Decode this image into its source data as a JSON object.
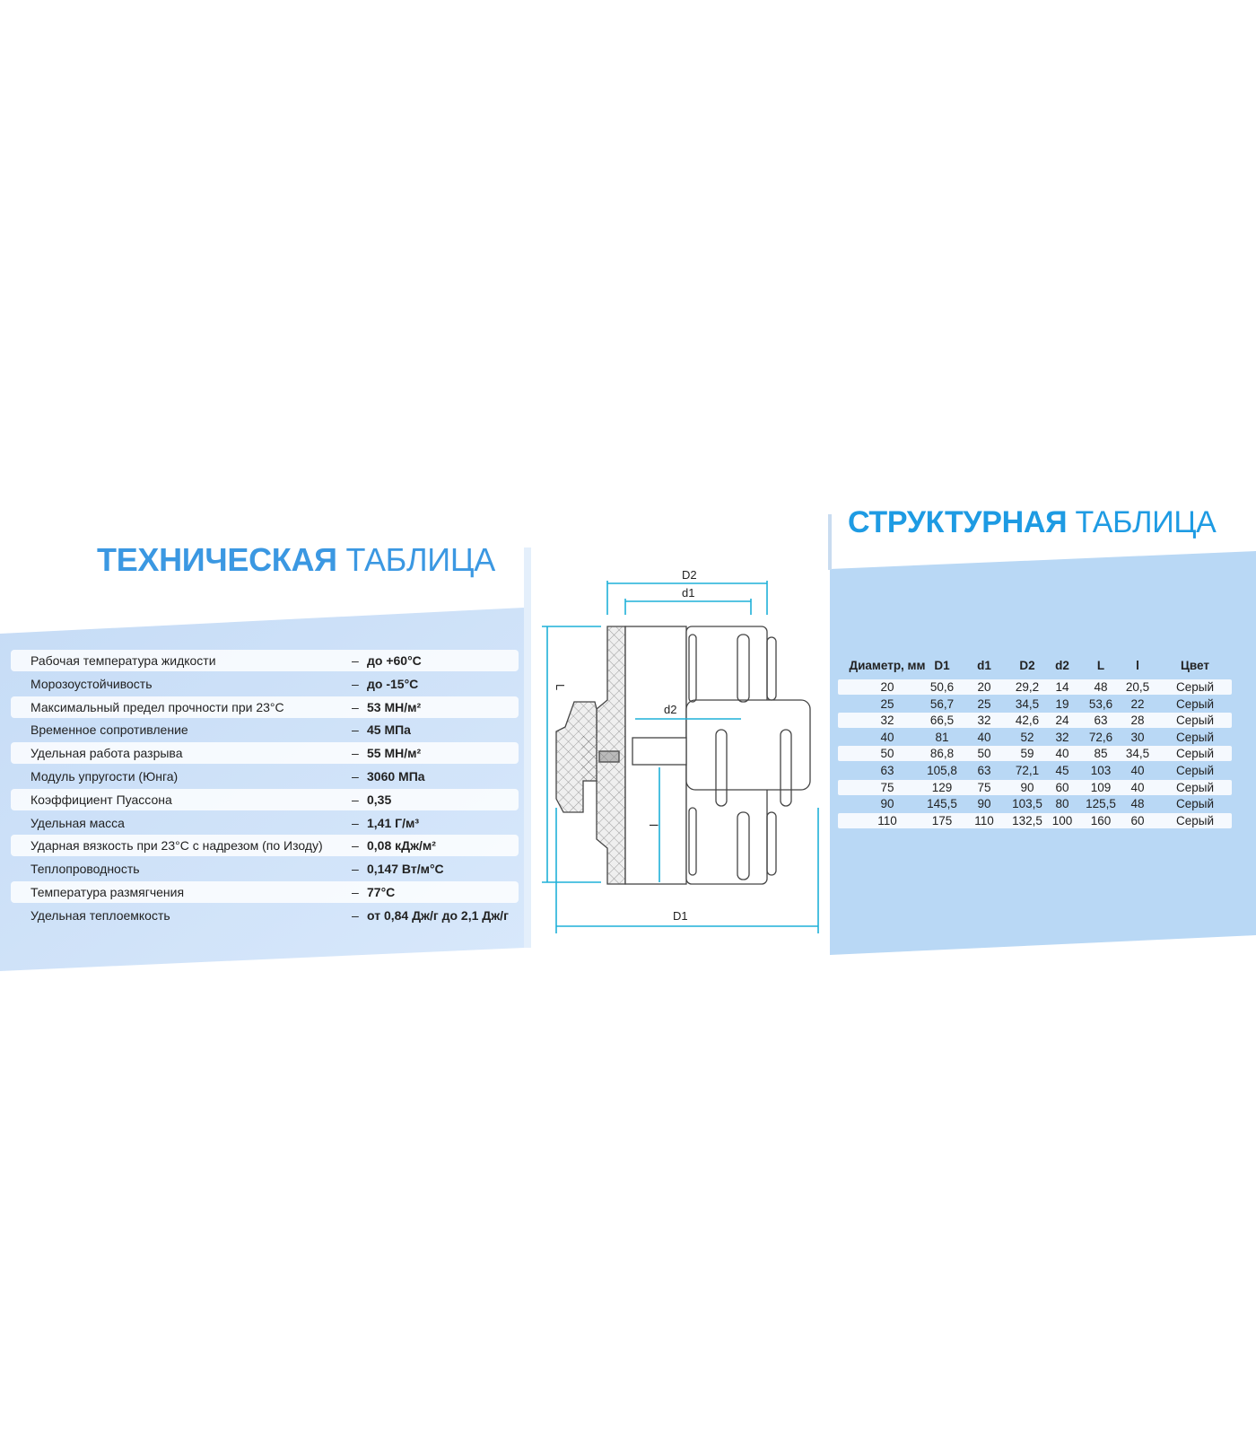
{
  "colors": {
    "title": "#3b98e2",
    "left_panel": "#cfe3f9",
    "right_panel": "#b9d8f5",
    "dimension_lines": "#1fb0d8"
  },
  "technical_table": {
    "title_bold": "ТЕХНИЧЕСКАЯ",
    "title_light": "ТАБЛИЦА",
    "dash": "–",
    "rows": [
      {
        "label": "Рабочая температура жидкости",
        "value": "до +60°C"
      },
      {
        "label": "Морозоустойчивость",
        "value": "до -15°C"
      },
      {
        "label": "Максимальный предел прочности при 23°C",
        "value": "53 МН/м²"
      },
      {
        "label": "Временное сопротивление",
        "value": "45 МПа"
      },
      {
        "label": "Удельная работа разрыва",
        "value": "55 МН/м²"
      },
      {
        "label": "Модуль упругости (Юнга)",
        "value": "3060 МПа"
      },
      {
        "label": "Коэффициент Пуассона",
        "value": "0,35"
      },
      {
        "label": "Удельная масса",
        "value": "1,41 Г/м³"
      },
      {
        "label": "Ударная вязкость при 23°C с надрезом (по Изоду)",
        "value": "0,08 кДж/м²"
      },
      {
        "label": "Теплопроводность",
        "value": "0,147 Вт/м°C"
      },
      {
        "label": "Температура размягчения",
        "value": "77°C"
      },
      {
        "label": "Удельная теплоемкость",
        "value": "от 0,84 Дж/г до 2,1 Дж/г"
      }
    ]
  },
  "diagram": {
    "labels": {
      "D2": "D2",
      "d1": "d1",
      "d2": "d2",
      "L": "L",
      "l": "l",
      "D1": "D1"
    }
  },
  "structural_table": {
    "title_bold": "СТРУКТУРНАЯ",
    "title_light": "ТАБЛИЦА",
    "headers": [
      "Диаметр, мм",
      "D1",
      "d1",
      "D2",
      "d2",
      "L",
      "l",
      "Цвет"
    ],
    "rows": [
      [
        "20",
        "50,6",
        "20",
        "29,2",
        "14",
        "48",
        "20,5",
        "Серый"
      ],
      [
        "25",
        "56,7",
        "25",
        "34,5",
        "19",
        "53,6",
        "22",
        "Серый"
      ],
      [
        "32",
        "66,5",
        "32",
        "42,6",
        "24",
        "63",
        "28",
        "Серый"
      ],
      [
        "40",
        "81",
        "40",
        "52",
        "32",
        "72,6",
        "30",
        "Серый"
      ],
      [
        "50",
        "86,8",
        "50",
        "59",
        "40",
        "85",
        "34,5",
        "Серый"
      ],
      [
        "63",
        "105,8",
        "63",
        "72,1",
        "45",
        "103",
        "40",
        "Серый"
      ],
      [
        "75",
        "129",
        "75",
        "90",
        "60",
        "109",
        "40",
        "Серый"
      ],
      [
        "90",
        "145,5",
        "90",
        "103,5",
        "80",
        "125,5",
        "48",
        "Серый"
      ],
      [
        "110",
        "175",
        "110",
        "132,5",
        "100",
        "160",
        "60",
        "Серый"
      ]
    ]
  }
}
